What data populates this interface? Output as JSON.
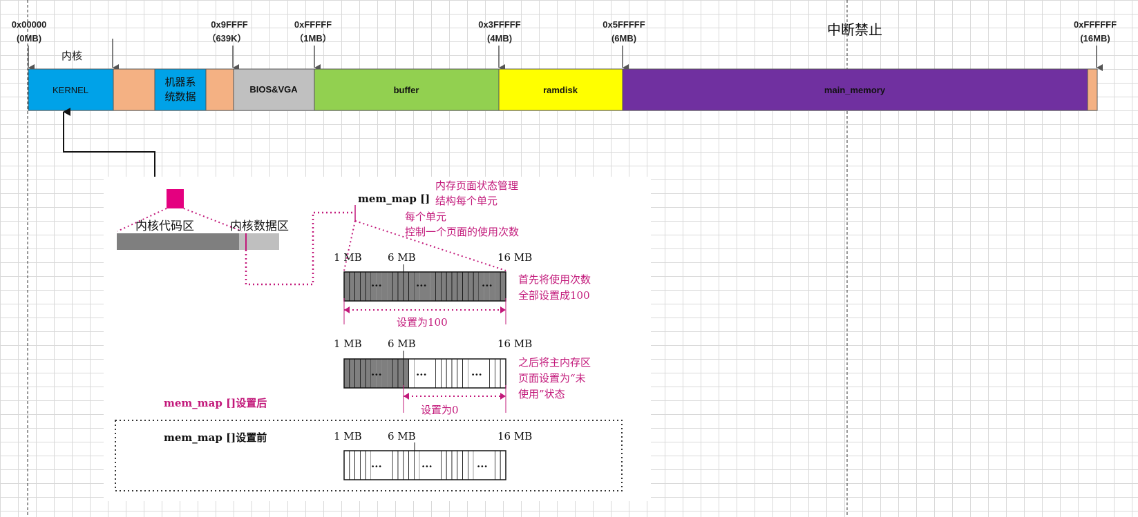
{
  "top_map": {
    "addresses": [
      {
        "line1": "0x00000",
        "line2": "(0MB)"
      },
      {
        "line1": "0x9FFFF",
        "line2": "（639K）"
      },
      {
        "line1": "0xFFFFF",
        "line2": "（1MB）"
      },
      {
        "line1": "0x3FFFFF",
        "line2": "(4MB)"
      },
      {
        "line1": "0x5FFFFF",
        "line2": "(6MB)"
      },
      {
        "line1": "0xFFFFFF",
        "line2": "(16MB)"
      }
    ],
    "kernel_caption": "内核",
    "interrupt_caption": "中断禁止",
    "segments": [
      {
        "label": "KERNEL",
        "color": "#00a2e8"
      },
      {
        "label": "",
        "color": "#f4b183"
      },
      {
        "label": "机器系统数据",
        "label_line1": "机器系",
        "label_line2": "统数据",
        "color": "#00a2e8"
      },
      {
        "label": "",
        "color": "#f4b183"
      },
      {
        "label": "BIOS&VGA",
        "color": "#c0c0c0"
      },
      {
        "label": "buffer",
        "color": "#92d050"
      },
      {
        "label": "ramdisk",
        "color": "#ffff00"
      },
      {
        "label": "main_memory",
        "color": "#7030a0"
      },
      {
        "label": "",
        "color": "#f4b183"
      }
    ]
  },
  "detail": {
    "kernel_code_label": "内核代码区",
    "kernel_data_label": "内核数据区",
    "mem_map_label": "mem_map []",
    "note_struct_line1": "内存页面状态管理",
    "note_struct_line2": "结构每个单元",
    "note_unit_line1": "每个单元",
    "note_unit_line2": "控制一个页面的使用次数",
    "mb_1": "1 MB",
    "mb_6": "6 MB",
    "mb_16": "16 MB",
    "ellipsis": "...",
    "note_first_line1": "首先将使用次数",
    "note_first_line2": "全部设置成100",
    "set_100": "设置为100",
    "note_then_line1": "之后将主内存区",
    "note_then_line2": "页面设置为“未",
    "note_then_line3": "使用”状态",
    "set_0": "设置为0",
    "after_label": "mem_map []设置后",
    "before_label": "mem_map []设置前"
  },
  "colors": {
    "magenta": "#c2187a",
    "dark_gray": "#7f7f7f",
    "light_gray": "#bfbfbf"
  }
}
